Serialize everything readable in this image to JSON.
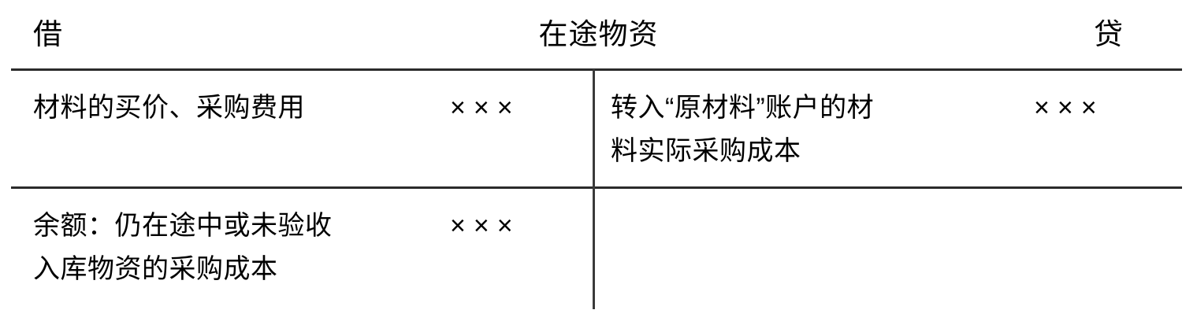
{
  "account": {
    "title": "在途物资",
    "debit_label": "借",
    "credit_label": "贷"
  },
  "debit_side": {
    "entries": [
      {
        "description": "材料的买价、采购费用",
        "amount": "×××"
      }
    ],
    "balance": {
      "description": "余额：仍在途中或未验收\n入库物资的采购成本",
      "amount": "×××"
    }
  },
  "credit_side": {
    "entries": [
      {
        "description": "转入“原材料”账户的材\n料实际采购成本",
        "amount": "×××"
      }
    ]
  },
  "style": {
    "rule_color": "#2b2b2b",
    "divider_color": "#3a3a3a",
    "text_color": "#000000",
    "background": "#ffffff"
  }
}
